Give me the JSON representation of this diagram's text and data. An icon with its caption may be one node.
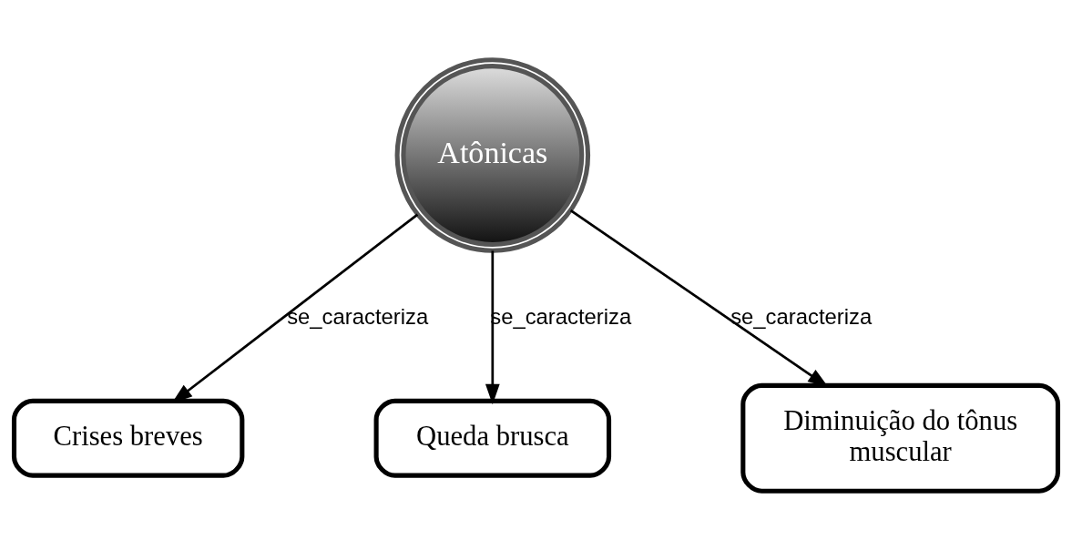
{
  "diagram": {
    "nodes": [
      {
        "text": [
          "Atônicas"
        ]
      },
      {
        "text": [
          "Crises breves"
        ]
      },
      {
        "text": [
          "Queda brusca"
        ]
      },
      {
        "text": [
          "Diminuição do tônus muscular"
        ]
      }
    ],
    "edges": [
      {
        "from": 0,
        "to": 1,
        "arrow": "to",
        "label": "se_caracteriza"
      },
      {
        "from": 0,
        "to": 2,
        "arrow": "to",
        "label": "se_caracteriza"
      },
      {
        "from": 0,
        "to": 3,
        "arrow": "to",
        "label": "se_caracteriza"
      }
    ]
  }
}
